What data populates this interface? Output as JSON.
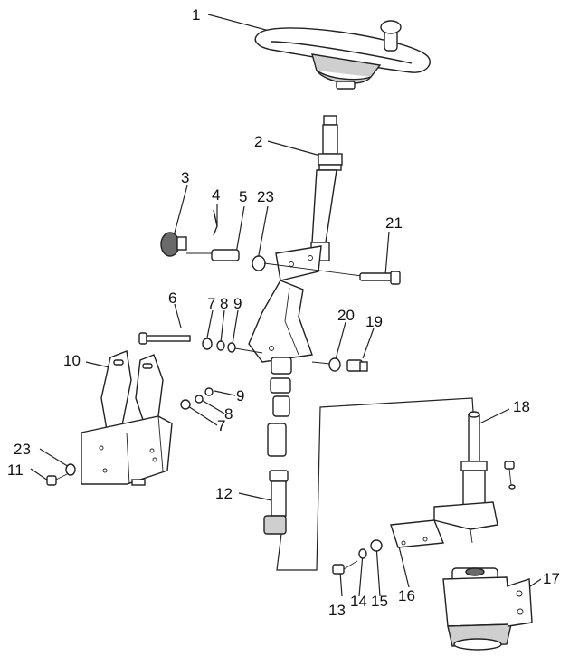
{
  "figure": {
    "callouts": {
      "p1": "1",
      "p2": "2",
      "p3": "3",
      "p4": "4",
      "p5": "5",
      "p6": "6",
      "p7a": "7",
      "p7b": "7",
      "p8a": "8",
      "p8b": "8",
      "p9a": "9",
      "p9b": "9",
      "p10": "10",
      "p11": "11",
      "p12": "12",
      "p13": "13",
      "p14": "14",
      "p15": "15",
      "p16": "16",
      "p17": "17",
      "p18": "18",
      "p19": "19",
      "p20": "20",
      "p21": "21",
      "p23a": "23",
      "p23b": "23"
    }
  }
}
